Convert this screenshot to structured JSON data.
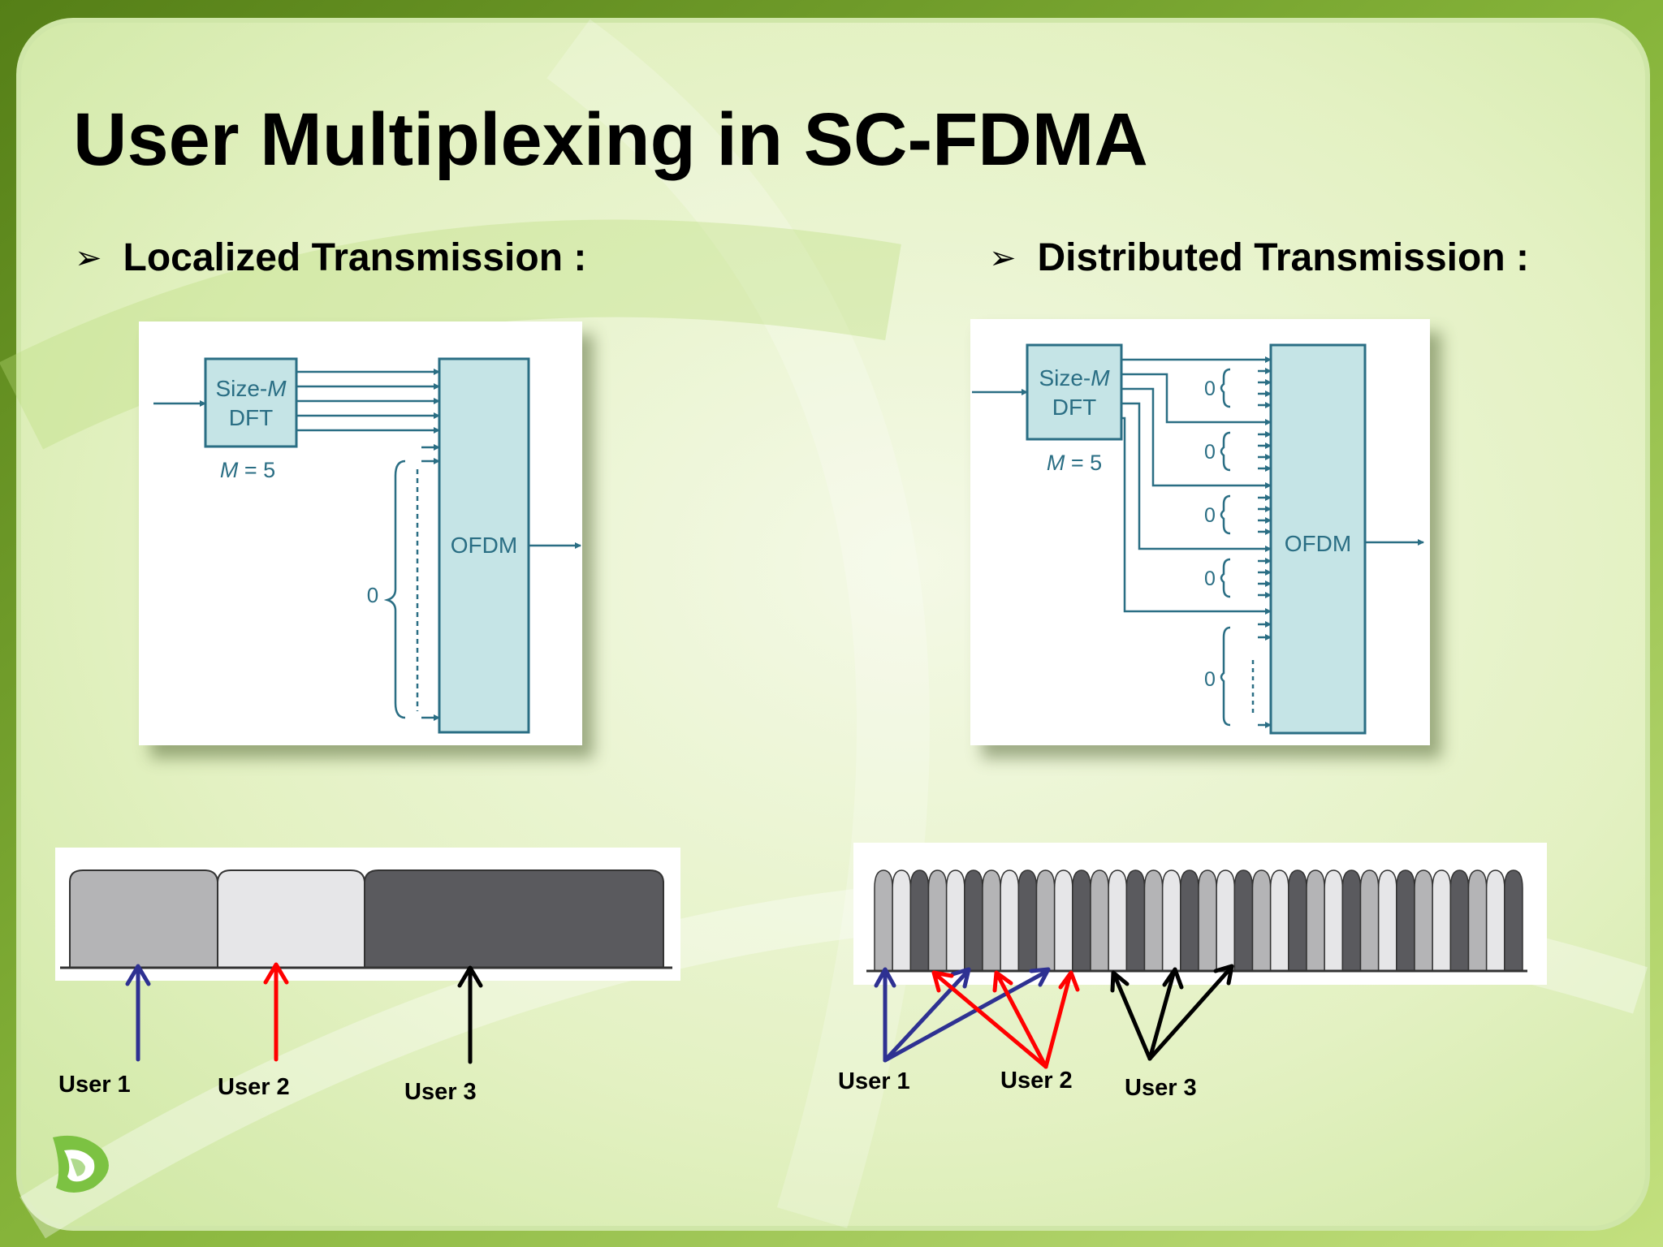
{
  "title": "User Multiplexing in SC-FDMA",
  "left": {
    "heading": "Localized Transmission :",
    "dft_line1": "Size-",
    "dft_m": "M",
    "dft_line2": "DFT",
    "m_eq": "M",
    "m_val": " = 5",
    "zero": "0",
    "ofdm": "OFDM",
    "users": [
      "User 1",
      "User 2",
      "User 3"
    ],
    "user_colors": [
      "#2e3192",
      "#ff0000",
      "#000000"
    ],
    "band_colors": [
      "#b4b4b6",
      "#e6e6e8",
      "#5a5a5e"
    ]
  },
  "right": {
    "heading": "Distributed Transmission :",
    "dft_line1": "Size-",
    "dft_m": "M",
    "dft_line2": "DFT",
    "m_eq": "M",
    "m_val": " = 5",
    "zero": "0",
    "ofdm": "OFDM",
    "users": [
      "User 1",
      "User 2",
      "User 3"
    ],
    "user_colors": [
      "#2e3192",
      "#ff0000",
      "#000000"
    ]
  },
  "colors": {
    "block_fill": "#c5e4e6",
    "block_stroke": "#2a6e84",
    "bullet_mark": "➢"
  }
}
